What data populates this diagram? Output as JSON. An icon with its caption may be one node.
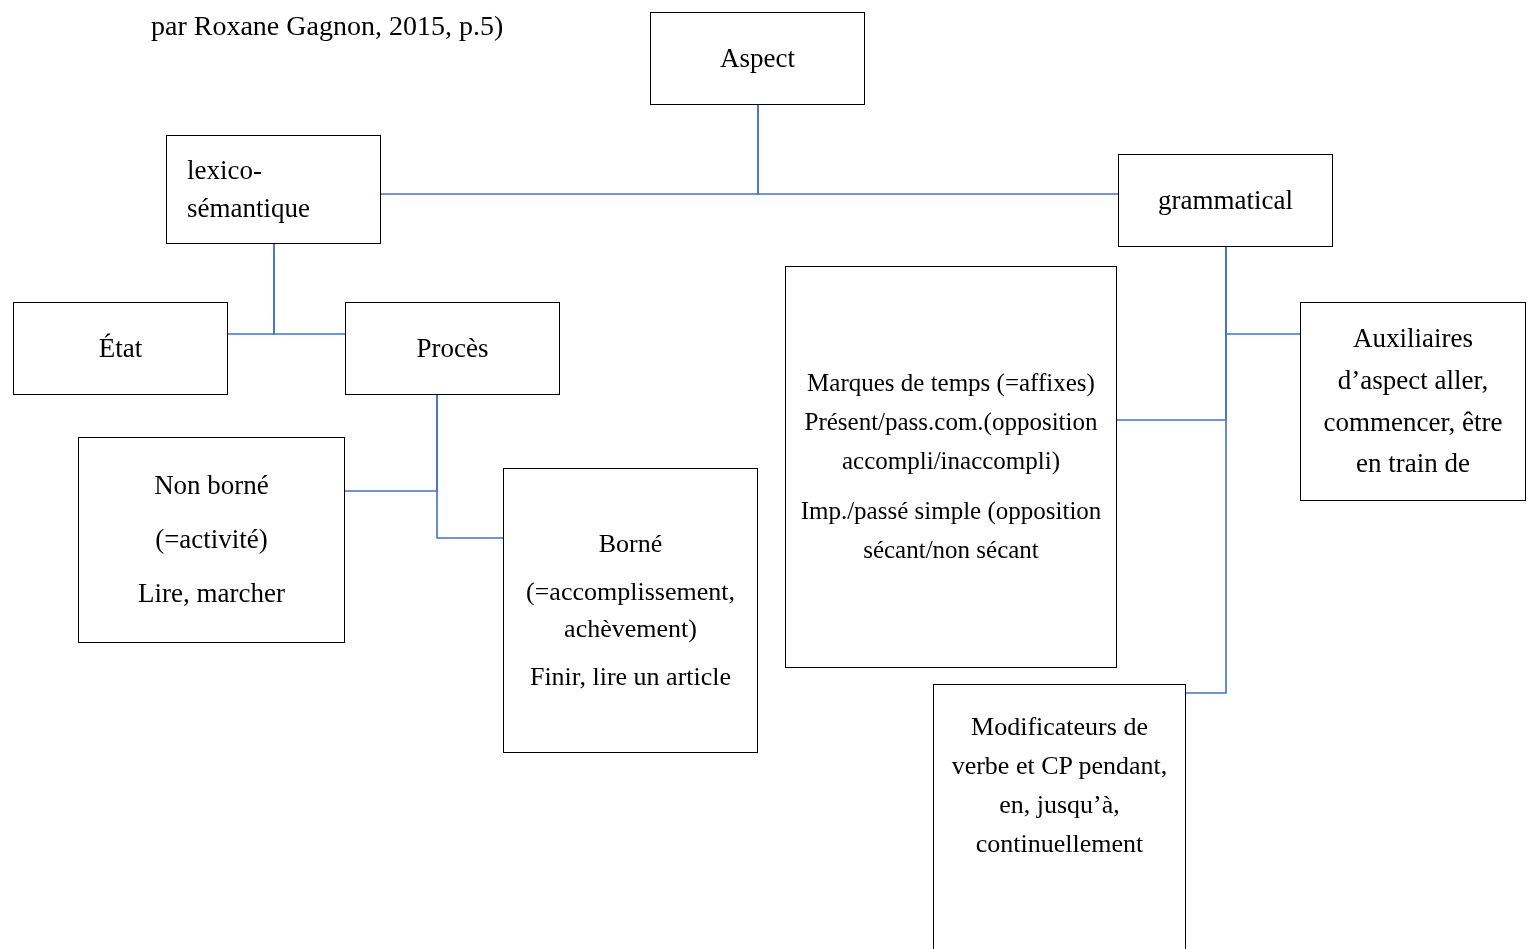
{
  "diagram": {
    "nodes": [
      {
        "text": [
          "Aspect"
        ]
      },
      {
        "text": [
          "lexico-sémantique"
        ]
      },
      {
        "text": [
          "grammatical"
        ]
      },
      {
        "text": [
          "État"
        ]
      },
      {
        "text": [
          "Procès"
        ]
      },
      {
        "text": [
          "Non borné",
          "(=activité)",
          "Lire, marcher"
        ]
      },
      {
        "text": [
          "Borné",
          "(=accomplissement, achèvement)",
          "Finir, lire un article"
        ]
      },
      {
        "text": [
          "Marques de temps (=affixes) Présent/pass.com.(opposition accompli/inaccompli)",
          "Imp./passé simple (opposition sécant/non sécant"
        ]
      },
      {
        "text": [
          "Auxiliaires d’aspect aller, commencer, être en train de"
        ]
      },
      {
        "text": [
          "Modificateurs de verbe et CP pendant, en, jusqu’à, continuellement"
        ]
      }
    ],
    "edges": [
      {
        "from": 0,
        "to": 1,
        "arrow": "none"
      },
      {
        "from": 0,
        "to": 2,
        "arrow": "none"
      },
      {
        "from": 1,
        "to": 3,
        "arrow": "none"
      },
      {
        "from": 1,
        "to": 4,
        "arrow": "none"
      },
      {
        "from": 4,
        "to": 5,
        "arrow": "none"
      },
      {
        "from": 4,
        "to": 6,
        "arrow": "none"
      },
      {
        "from": 2,
        "to": 8,
        "arrow": "none"
      },
      {
        "from": 2,
        "to": 7,
        "arrow": "none"
      },
      {
        "from": 2,
        "to": 9,
        "arrow": "none"
      }
    ],
    "labels": [
      "par Roxane Gagnon, 2015, p.5)"
    ]
  }
}
